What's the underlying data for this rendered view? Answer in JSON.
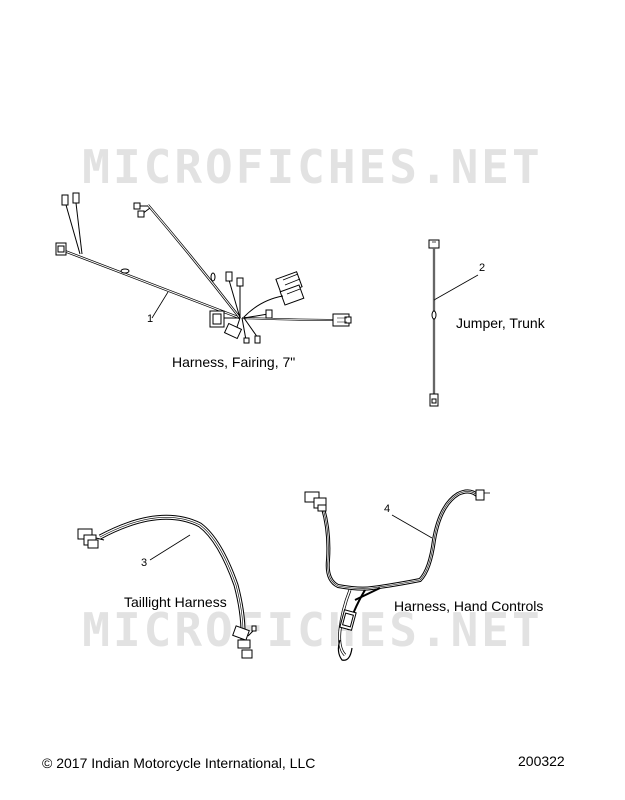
{
  "watermark": {
    "text": "MICROFICHES.NET"
  },
  "parts": [
    {
      "callout": "1",
      "label": "Harness, Fairing, 7\""
    },
    {
      "callout": "2",
      "label": "Jumper, Trunk"
    },
    {
      "callout": "3",
      "label": "Taillight Harness"
    },
    {
      "callout": "4",
      "label": "Harness, Hand Controls"
    }
  ],
  "footer": {
    "copyright": "© 2017 Indian Motorcycle International, LLC",
    "diagram_number": "200322"
  }
}
